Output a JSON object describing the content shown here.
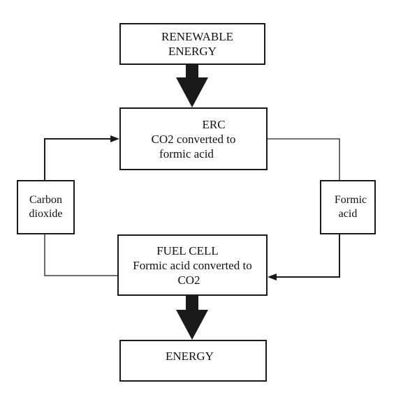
{
  "nodes": {
    "renewable": [
      "RENEWABLE",
      "ENERGY"
    ],
    "erc": [
      "ERC",
      "CO2 converted to",
      "formic acid"
    ],
    "fuel_cell": [
      "FUEL CELL",
      "Formic acid converted to",
      "CO2"
    ],
    "energy": [
      "ENERGY"
    ],
    "carbon_dioxide": [
      "Carbon",
      "dioxide"
    ],
    "formic_acid": [
      "Formic",
      "acid"
    ]
  },
  "colors": {
    "line": "#1a1a1a",
    "background": "#ffffff"
  }
}
